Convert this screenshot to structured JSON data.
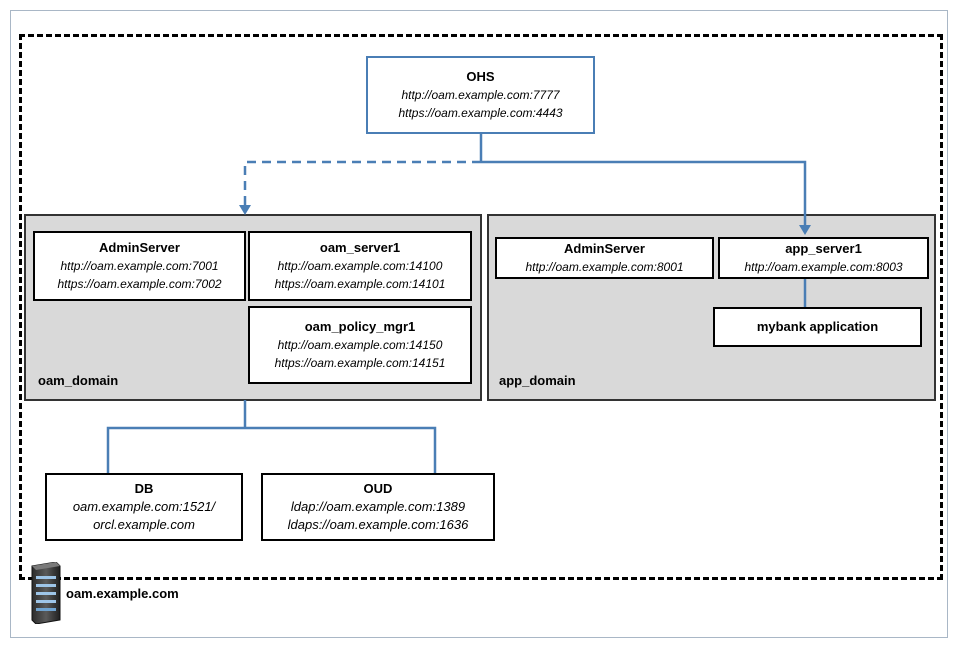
{
  "host": {
    "name": "oam.example.com",
    "icon": "server-icon"
  },
  "ohs": {
    "title": "OHS",
    "lines": [
      "http://oam.example.com:7777",
      "https://oam.example.com:4443"
    ]
  },
  "oam_domain": {
    "label": "oam_domain",
    "admin": {
      "title": "AdminServer",
      "lines": [
        "http://oam.example.com:7001",
        "https://oam.example.com:7002"
      ]
    },
    "server1": {
      "title": "oam_server1",
      "lines": [
        "http://oam.example.com:14100",
        "https://oam.example.com:14101"
      ]
    },
    "policy": {
      "title": "oam_policy_mgr1",
      "lines": [
        "http://oam.example.com:14150",
        "https://oam.example.com:14151"
      ]
    }
  },
  "app_domain": {
    "label": "app_domain",
    "admin": {
      "title": "AdminServer",
      "lines": [
        "http://oam.example.com:8001"
      ]
    },
    "server1": {
      "title": "app_server1",
      "lines": [
        "http://oam.example.com:8003"
      ]
    },
    "app": {
      "title": "mybank application"
    }
  },
  "db": {
    "title": "DB",
    "lines": [
      "oam.example.com:1521/",
      "orcl.example.com"
    ]
  },
  "oud": {
    "title": "OUD",
    "lines": [
      "ldap://oam.example.com:1389",
      "ldaps://oam.example.com:1636"
    ]
  },
  "colors": {
    "connector": "#4a7eb5",
    "domain_fill": "#d9d9d9",
    "border": "#000000"
  }
}
